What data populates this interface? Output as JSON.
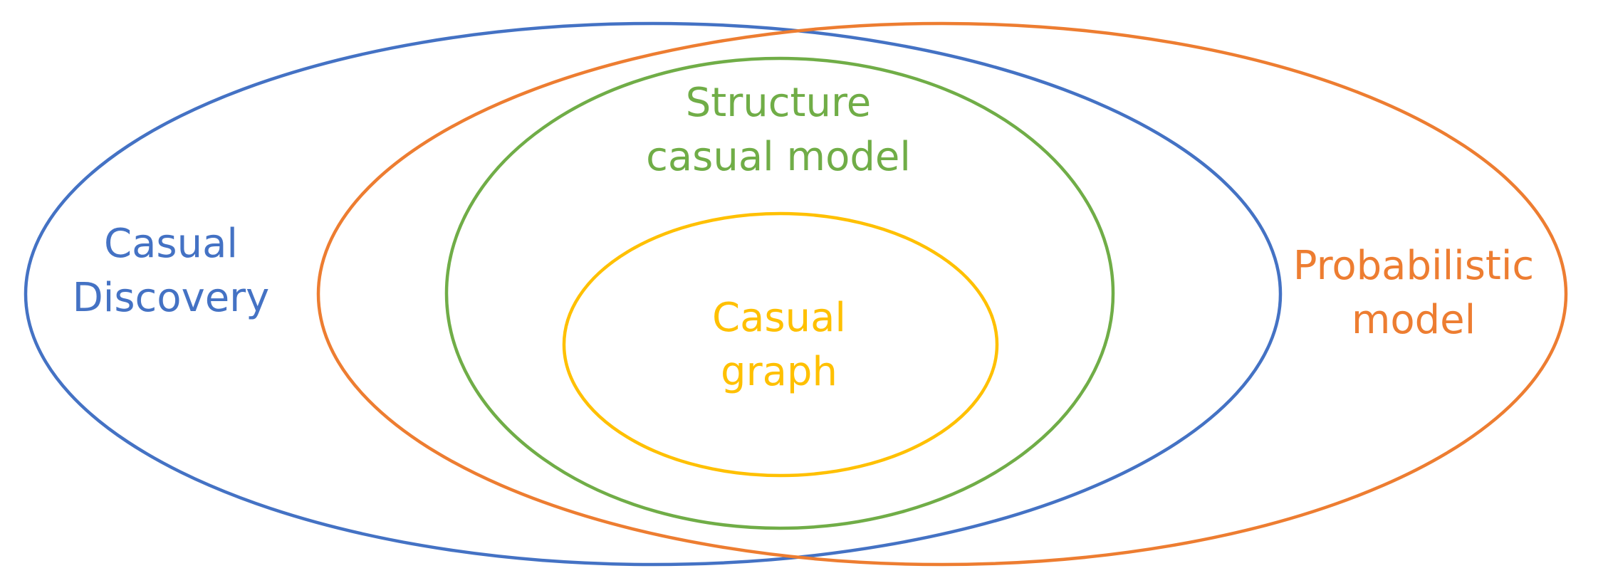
{
  "colors": {
    "discovery": "#4472C4",
    "probabilistic": "#ED7D31",
    "scm": "#70AD47",
    "graph": "#FFC000"
  },
  "sets": {
    "discovery": {
      "line1": "Casual",
      "line2": "Discovery"
    },
    "probabilistic": {
      "line1": "Probabilistic",
      "line2": "model"
    },
    "scm": {
      "line1": "Structure",
      "line2": "casual model"
    },
    "graph": {
      "line1": "Casual",
      "line2": "graph"
    }
  }
}
